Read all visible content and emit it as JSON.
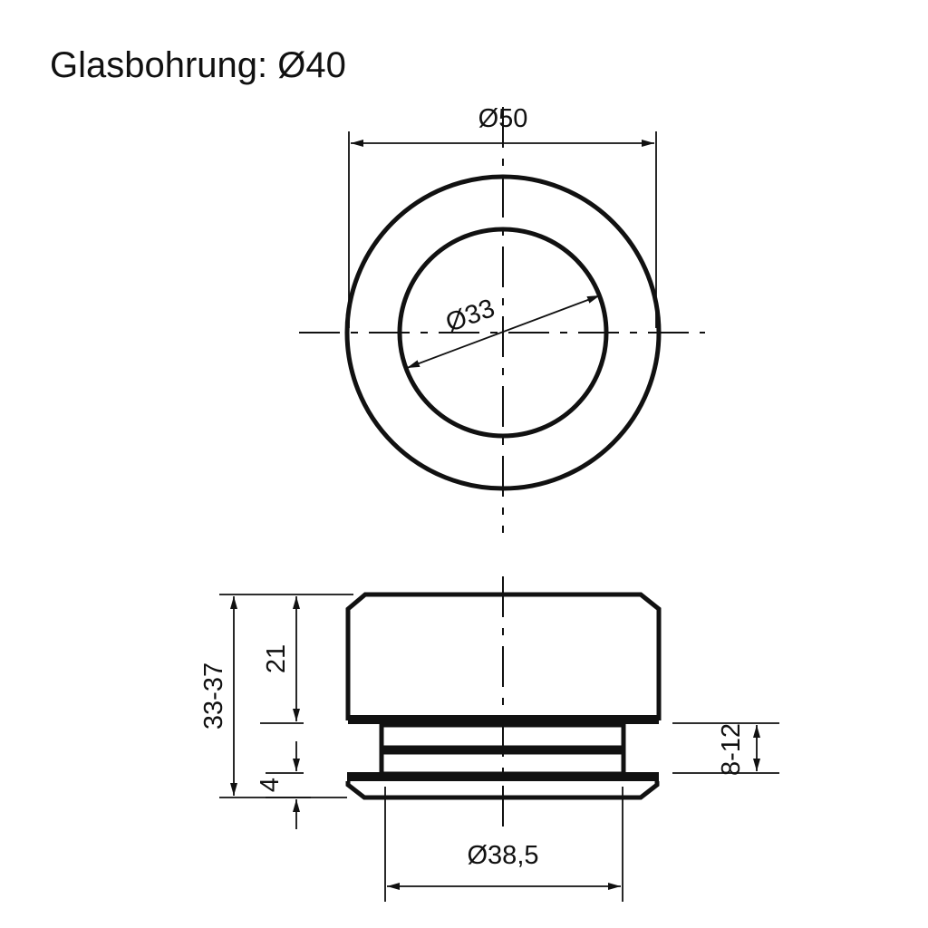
{
  "title": "Glasbohrung: Ø40",
  "dimensions": {
    "outer_diameter": "Ø50",
    "inner_diameter": "Ø33",
    "total_height": "33-37",
    "head_height": "21",
    "flange_height": "4",
    "glass_thickness": "8-12",
    "shaft_diameter": "Ø38,5"
  },
  "colors": {
    "line": "#111111",
    "background": "#ffffff"
  }
}
